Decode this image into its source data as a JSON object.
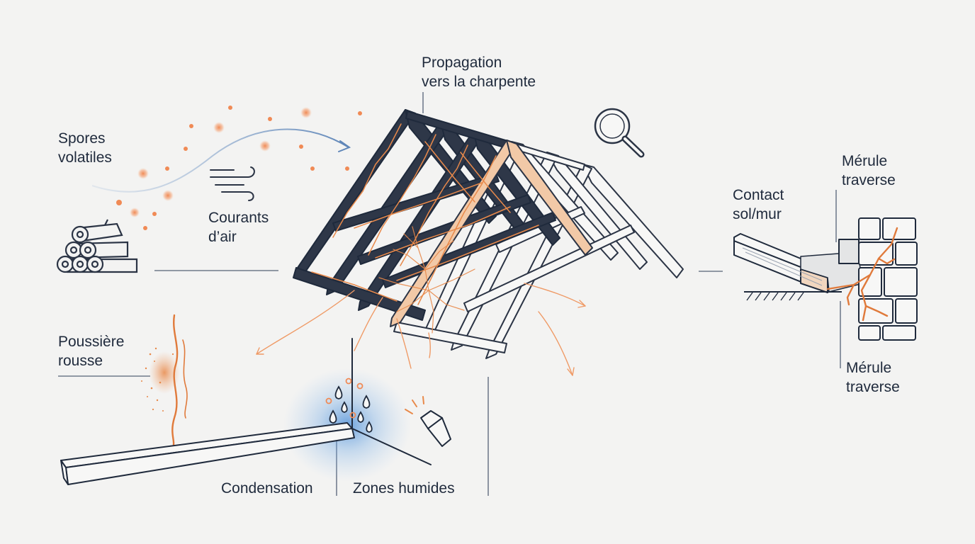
{
  "labels": {
    "propagation": {
      "line1": "Propagation",
      "line2": "vers la charpente"
    },
    "spores": {
      "line1": "Spores",
      "line2": "volatiles"
    },
    "courants": {
      "line1": "Courants",
      "line2": "d’air"
    },
    "poussiere": {
      "line1": "Poussière",
      "line2": "rousse"
    },
    "condensation": "Condensation",
    "zones_humides": "Zones humides",
    "contact": {
      "line1": "Contact",
      "line2": "sol/mur"
    },
    "merule_top": {
      "line1": "Mérule",
      "line2": "traverse"
    },
    "merule_bottom": {
      "line1": "Mérule",
      "line2": "traverse"
    }
  },
  "icons": [
    "log-pile-icon",
    "wind-icon",
    "magnifier-icon",
    "flashlight-icon",
    "water-drop-icon"
  ],
  "colors": {
    "ink": "#1f2a3c",
    "infected": "#2b3445",
    "mycelium": "#e8894a",
    "spore": "#f08a55",
    "moisture": "#3f86d6",
    "wind": "#6f93c0",
    "background": "#f3f3f2"
  }
}
